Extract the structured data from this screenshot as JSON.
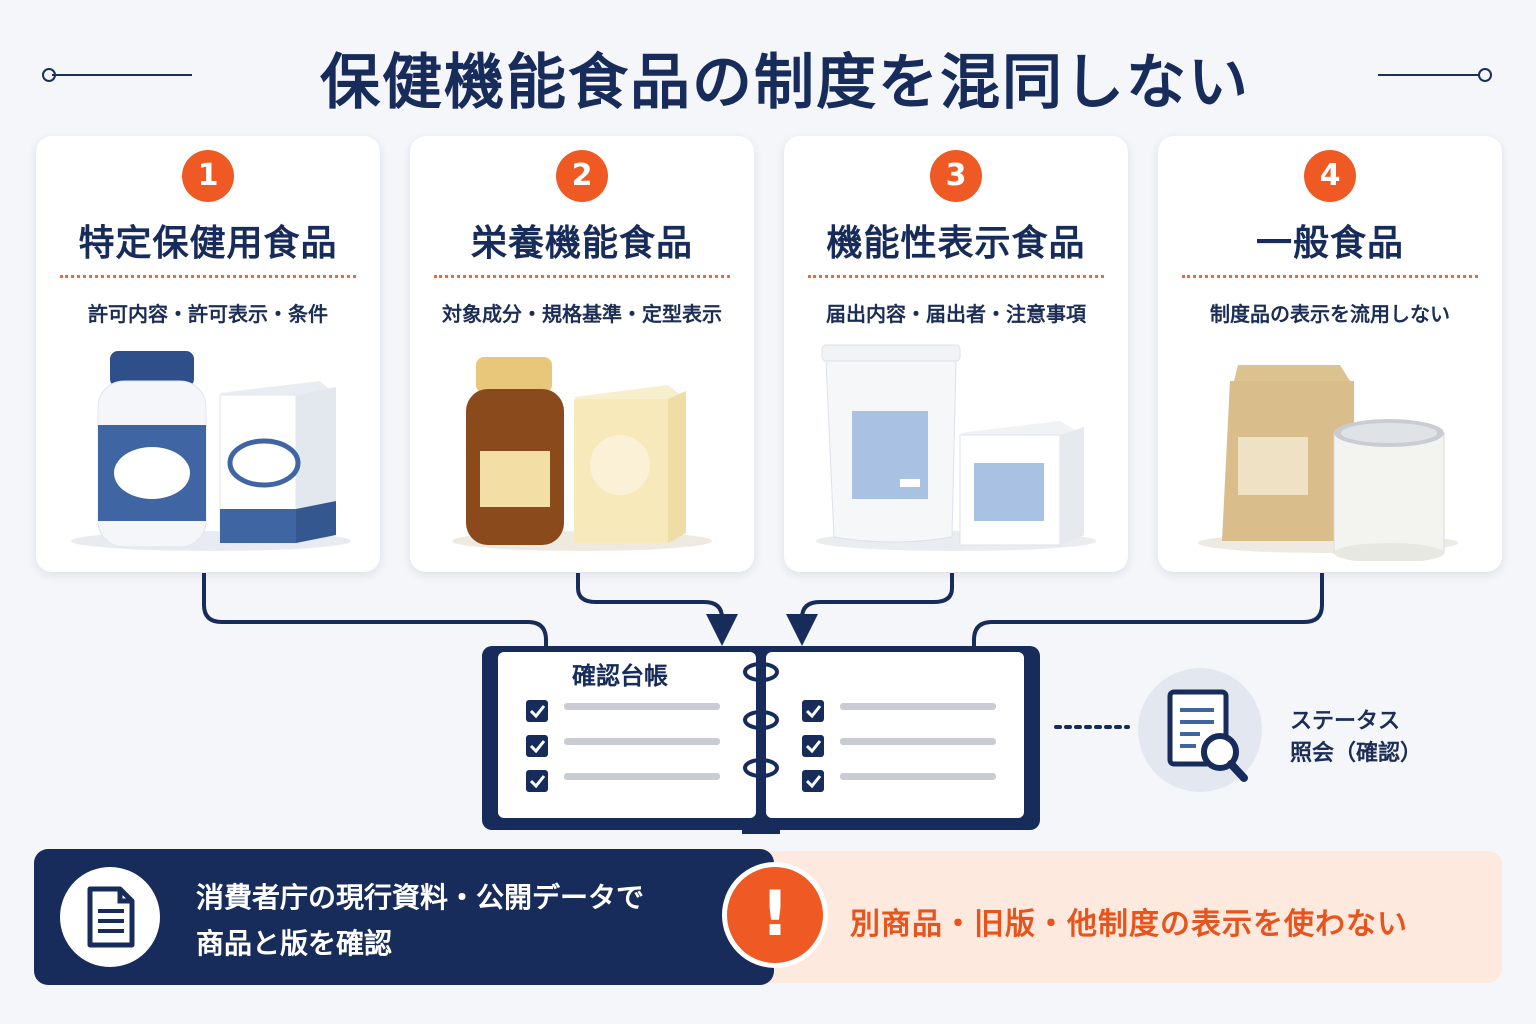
{
  "title": "保健機能食品の制度を混同しない",
  "colors": {
    "navy": "#172c5a",
    "accent_orange": "#ef5a24",
    "light_peach": "#fde9dd"
  },
  "categories": [
    {
      "number": "1",
      "title": "特定保健用食品",
      "subtitle": "許可内容・許可表示・条件",
      "illustration": "bottle-and-box-icon"
    },
    {
      "number": "2",
      "title": "栄養機能食品",
      "subtitle": "対象成分・規格基準・定型表示",
      "illustration": "amber-bottle-and-box-icon"
    },
    {
      "number": "3",
      "title": "機能性表示食品",
      "subtitle": "届出内容・届出者・注意事項",
      "illustration": "pouch-and-box-icon"
    },
    {
      "number": "4",
      "title": "一般食品",
      "subtitle": "制度品の表示を流用しない",
      "illustration": "paper-bag-and-can-icon"
    }
  ],
  "ledger": {
    "title": "確認台帳"
  },
  "status": {
    "line1": "ステータス",
    "line2": "照会（確認）"
  },
  "bottom": {
    "left_line1": "消費者庁の現行資料・公開データで",
    "left_line2": "商品と版を確認",
    "warning_mark": "!",
    "right_text": "別商品・旧版・他制度の表示を使わない"
  }
}
